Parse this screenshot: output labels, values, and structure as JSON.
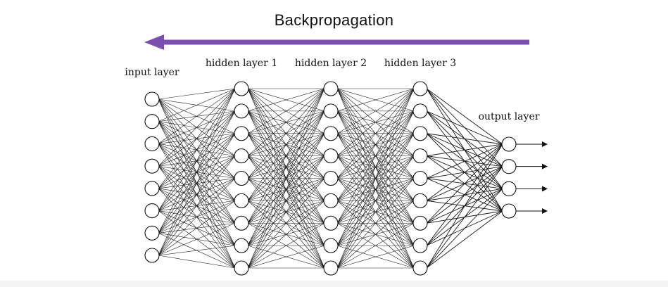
{
  "title": "Backpropagation",
  "arrow": {
    "color": "#7B4FB0",
    "direction": "left"
  },
  "layers": [
    {
      "label": "input layer",
      "neurons": 8
    },
    {
      "label": "hidden layer 1",
      "neurons": 9
    },
    {
      "label": "hidden layer 2",
      "neurons": 9
    },
    {
      "label": "hidden layer 3",
      "neurons": 9
    },
    {
      "label": "output layer",
      "neurons": 4
    }
  ],
  "output_arrows": 4
}
